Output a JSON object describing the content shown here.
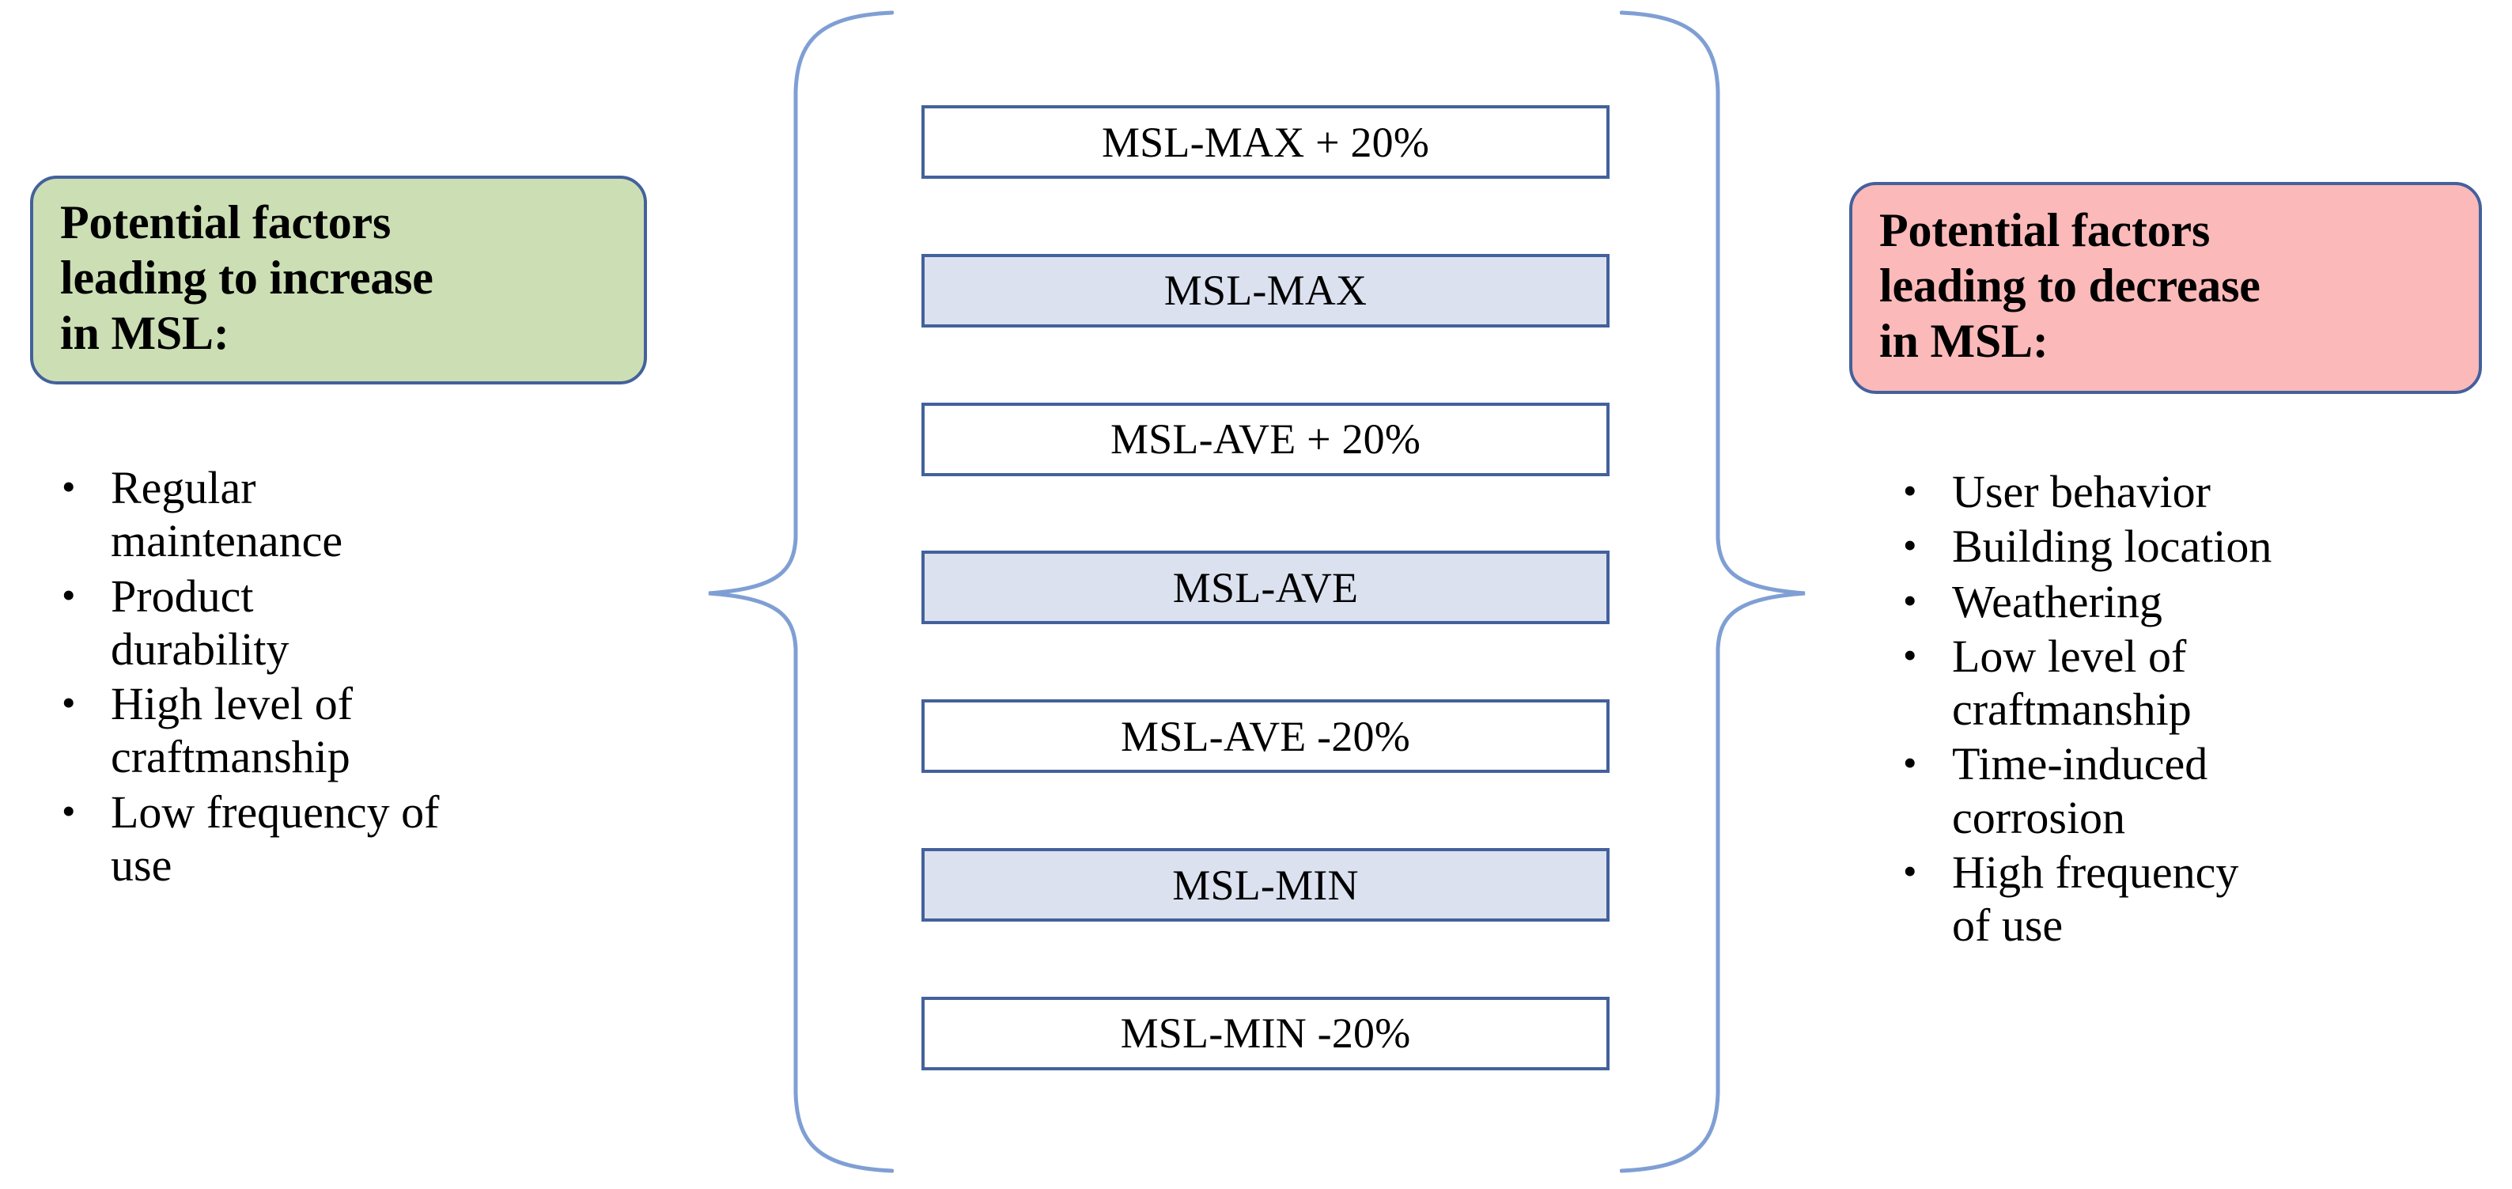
{
  "diagram": {
    "title_left": "Potential factors leading to increase in MSL:",
    "title_right": "Potential factors leading to decrease in MSL:",
    "bullet_glyph": "•",
    "colors": {
      "increase_fill": "#ccdeb4",
      "decrease_fill": "#fbb9b9",
      "box_border": "#43619c",
      "box_fill_alt": "#dce1f0",
      "box_fill": "#ffffff",
      "brace_stroke": "#7f9fd4",
      "text": "#000000"
    },
    "left_panel": {
      "heading": "Potential factors\nleading to increase\nin MSL:",
      "factors": [
        "Regular\nmaintenance",
        "Product\ndurability",
        "High level of\ncraftmanship",
        "Low frequency of\nuse"
      ]
    },
    "right_panel": {
      "heading": "Potential factors\nleading to decrease\nin MSL:",
      "factors": [
        "User behavior",
        "Building location",
        "Weathering",
        "Low level of\ncraftmanship",
        "Time-induced\ncorrosion",
        "High frequency\nof use"
      ]
    },
    "center_panel": {
      "scenarios": [
        {
          "label": "MSL-MAX + 20%",
          "filled": false
        },
        {
          "label": "MSL-MAX",
          "filled": true
        },
        {
          "label": "MSL-AVE + 20%",
          "filled": false
        },
        {
          "label": "MSL-AVE",
          "filled": true
        },
        {
          "label": "MSL-AVE -20%",
          "filled": false
        },
        {
          "label": "MSL-MIN",
          "filled": true
        },
        {
          "label": "MSL-MIN -20%",
          "filled": false
        }
      ]
    },
    "braces": {
      "left_icon": "left-curly-brace-icon",
      "right_icon": "right-curly-brace-icon"
    }
  }
}
